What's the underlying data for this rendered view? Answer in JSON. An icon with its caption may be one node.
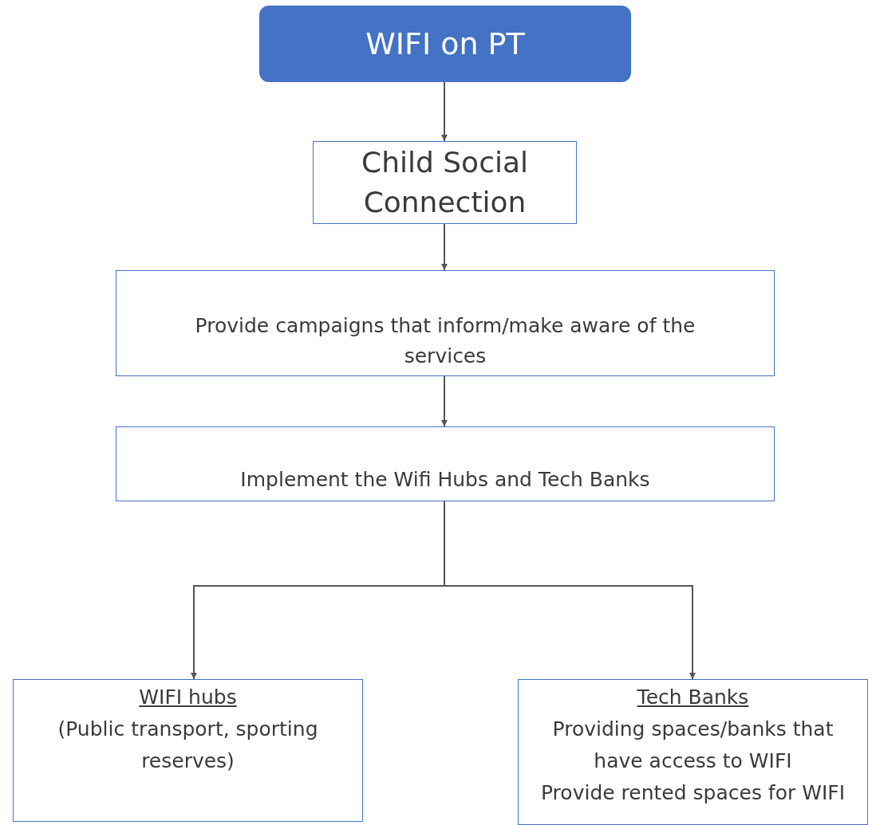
{
  "diagram": {
    "nodes": [
      {
        "text": [
          "WIFI on PT"
        ]
      },
      {
        "text": [
          "Child Social Connection"
        ]
      },
      {
        "text": [
          "Provide campaigns that inform/make aware of the services"
        ]
      },
      {
        "text": [
          "Implement the Wifi Hubs and Tech Banks"
        ]
      },
      {
        "text": [
          "WIFI hubs",
          "(Public transport, sporting reserves)"
        ]
      },
      {
        "text": [
          "Tech Banks",
          "Providing spaces/banks that have access to WIFI",
          "Provide rented spaces for WIFI"
        ]
      }
    ],
    "edges": [
      {
        "from": 0,
        "to": 1,
        "arrow": "to"
      },
      {
        "from": 1,
        "to": 2,
        "arrow": "to"
      },
      {
        "from": 2,
        "to": 3,
        "arrow": "to"
      },
      {
        "from": 3,
        "to": 4,
        "arrow": "to"
      },
      {
        "from": 3,
        "to": 5,
        "arrow": "to"
      }
    ]
  }
}
